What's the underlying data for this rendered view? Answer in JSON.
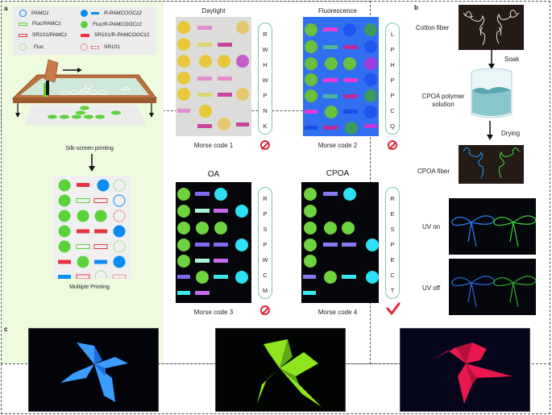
{
  "panels": {
    "a": {
      "letter": "a",
      "legend": [
        {
          "icon": "open-circle-blue",
          "label": "PAMCz"
        },
        {
          "icon": "filled-circle-blue-and-bar",
          "label": "R-PAMCOOCz2"
        },
        {
          "icon": "open-rect-green",
          "label": "Fluc/PAMCz"
        },
        {
          "icon": "filled-circle-green",
          "label": "Fluc/R-PAMCOOCz2"
        },
        {
          "icon": "open-rect-red",
          "label": "SR101/PAMCz"
        },
        {
          "icon": "filled-rect-red",
          "label": "SR101/R-PAMCOOCz2"
        },
        {
          "icon": "dotted-circle-green",
          "label": "Fluc"
        },
        {
          "icon": "dotted-circle-red-and-rect",
          "label": "SR101"
        }
      ],
      "step1_label": "Silk-screen printing",
      "step2_label": "Multiple Printing",
      "codes": [
        {
          "title": "Daylight",
          "caption": "Morse code 1",
          "letters": [
            "R",
            "W",
            "H",
            "W",
            "P",
            "N",
            "K"
          ],
          "result": "prohibited"
        },
        {
          "title": "Fluorescence",
          "caption": "Morse code 2",
          "letters": [
            "L",
            "P",
            "H",
            "P",
            "P",
            "C",
            "Q"
          ],
          "result": "prohibited"
        },
        {
          "title": "OA",
          "caption": "Morse code 3",
          "letters": [
            "R",
            "P",
            "S",
            "P",
            "W",
            "C",
            "M"
          ],
          "result": "prohibited"
        },
        {
          "title": "CPOA",
          "caption": "Morse code 4",
          "letters": [
            "R",
            "E",
            "S",
            "P",
            "E",
            "C",
            "T"
          ],
          "result": "correct"
        }
      ]
    },
    "b": {
      "letter": "b",
      "labels": {
        "cotton": "Cotton fiber",
        "soak": "Soak",
        "solution_line1": "CPOA polymer",
        "solution_line2": "solution",
        "drying": "Drying",
        "cpoa_fiber": "CPOA fiber",
        "uv_on": "UV on",
        "uv_off": "UV off"
      }
    },
    "c": {
      "letter": "c",
      "pinwheels": [
        {
          "color": "blue",
          "hex": "#2a8cff"
        },
        {
          "color": "green",
          "hex": "#8fe61c"
        },
        {
          "color": "red",
          "hex": "#e8184f"
        }
      ]
    }
  },
  "colors": {
    "blue": "#0a8cf5",
    "green": "#5bd23c",
    "red": "#e8343f",
    "panel_bg": "#eefbdf",
    "pill_border": "#7fc9a8",
    "no_sign": "#e3283a",
    "check": "#e3283a"
  }
}
